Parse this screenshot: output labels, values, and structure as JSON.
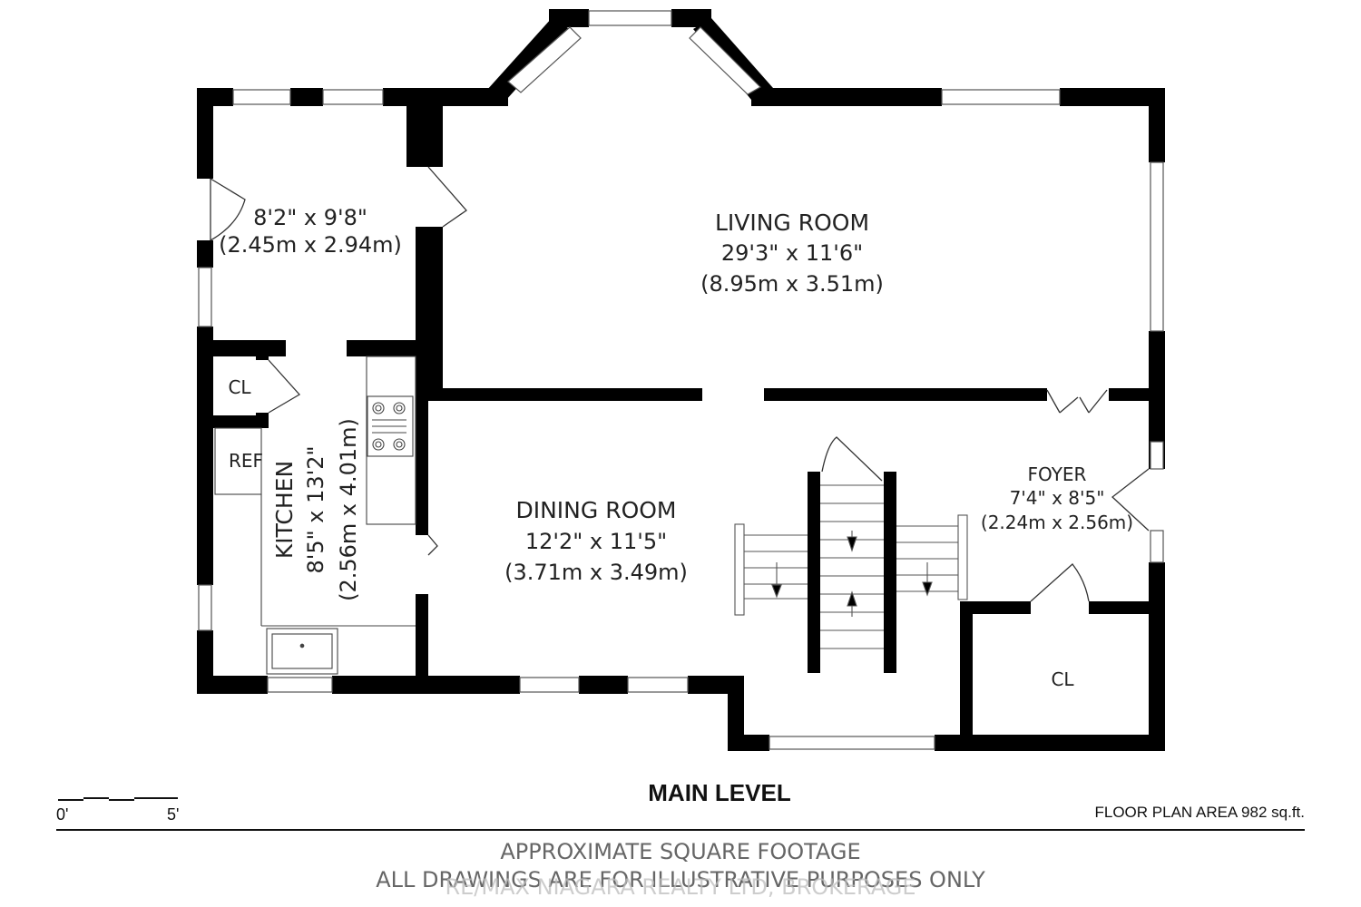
{
  "rooms": {
    "laundry": {
      "dim_imperial": "8'2\" x 9'8\"",
      "dim_metric": "(2.45m x 2.94m)"
    },
    "living": {
      "name": "LIVING ROOM",
      "dim_imperial": "29'3\" x 11'6\"",
      "dim_metric": "(8.95m x 3.51m)"
    },
    "kitchen": {
      "name": "KITCHEN",
      "dim_imperial": "8'5\" x 13'2\"",
      "dim_metric": "(2.56m x 4.01m)"
    },
    "dining": {
      "name": "DINING ROOM",
      "dim_imperial": "12'2\" x 11'5\"",
      "dim_metric": "(3.71m x 3.49m)"
    },
    "foyer": {
      "name": "FOYER",
      "dim_imperial": "7'4\" x 8'5\"",
      "dim_metric": "(2.24m x 2.56m)"
    },
    "closet_kitchen": {
      "name": "CL"
    },
    "refrigerator": {
      "name": "REF"
    },
    "closet_foyer": {
      "name": "CL"
    }
  },
  "level_title": "MAIN LEVEL",
  "floor_area": "FLOOR PLAN AREA 982 sq.ft.",
  "scale": {
    "start": "0'",
    "end": "5'"
  },
  "footer": {
    "line1": "APPROXIMATE SQUARE FOOTAGE",
    "line2": "ALL DRAWINGS ARE FOR ILLUSTRATIVE PURPOSES ONLY"
  },
  "watermark": "RE/MAX NIAGARA REALTY LTD, BROKERAGE"
}
